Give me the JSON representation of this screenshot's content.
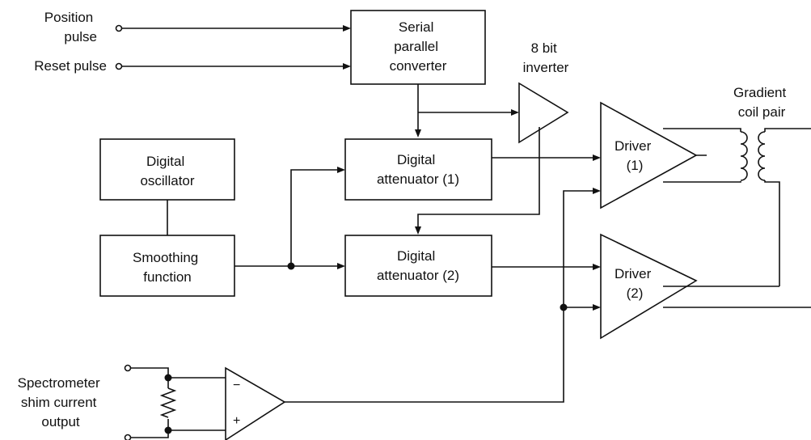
{
  "inputs": {
    "position_pulse": [
      "Position",
      "pulse"
    ],
    "reset_pulse": "Reset pulse",
    "spectrometer": [
      "Spectrometer",
      "shim current",
      "output"
    ]
  },
  "blocks": {
    "serial_parallel": [
      "Serial",
      "parallel",
      "converter"
    ],
    "digital_oscillator": [
      "Digital",
      "oscillator"
    ],
    "smoothing_function": [
      "Smoothing",
      "function"
    ],
    "digital_attenuator_1": [
      "Digital",
      "attenuator (1)"
    ],
    "digital_attenuator_2": [
      "Digital",
      "attenuator (2)"
    ],
    "inverter": [
      "8 bit",
      "inverter"
    ],
    "driver_1": [
      "Driver",
      "(1)"
    ],
    "driver_2": [
      "Driver",
      "(2)"
    ]
  },
  "coil": [
    "Gradient",
    "coil pair"
  ],
  "opamp": {
    "minus": "−",
    "plus": "+"
  }
}
